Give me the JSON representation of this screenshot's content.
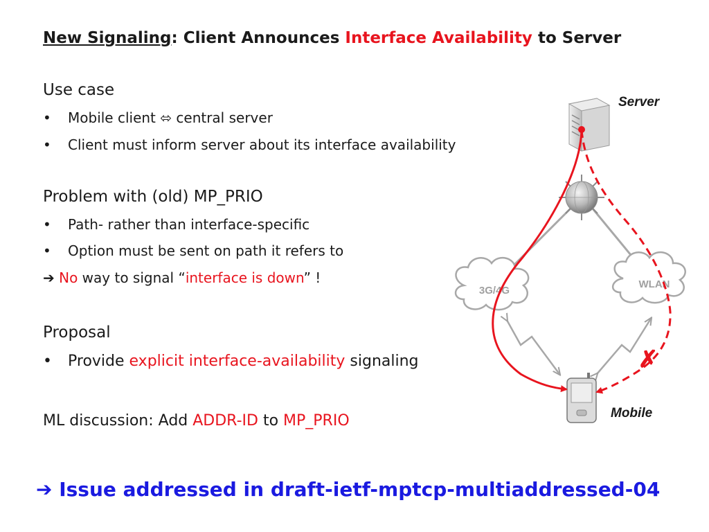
{
  "title": {
    "underlined": "New Signaling",
    "colon": ":",
    "part1": " Client Announces ",
    "highlight": "Interface Availability",
    "part2": " to Server"
  },
  "sections": {
    "use_case": {
      "heading": "Use case",
      "bullet_char": "•",
      "bullet1": {
        "a": "Mobile client ",
        "arrow": "⬄",
        "b": " central server"
      },
      "bullet2": "Client must inform server about its interface availability"
    },
    "problem": {
      "heading": "Problem with (old) MP_PRIO",
      "bullet1": "Path- rather than interface-specific",
      "bullet2": "Option must be sent on path it refers to",
      "conclusion": {
        "arrow": "➔",
        "no": "No",
        "text1": " way to signal “",
        "highlight": "interface is down",
        "text2": "” !"
      }
    },
    "proposal": {
      "heading": "Proposal",
      "bullet1": {
        "a": "Provide ",
        "highlight": "explicit interface-availability",
        "b": " signaling"
      }
    },
    "ml": {
      "text1": "ML discussion: Add ",
      "addr": "ADDR-ID",
      "text2": " to ",
      "prio": "MP_PRIO"
    }
  },
  "footer": {
    "arrow": "➔",
    "text": "Issue addressed in draft-ietf-mptcp-multiaddressed-04"
  },
  "diagram": {
    "server_label": "Server",
    "mobile_label": "Mobile",
    "cloud_left": "3G/4G",
    "cloud_right": "WLAN",
    "fail_mark": "✗"
  },
  "colors": {
    "accent_red": "#e8141e",
    "link_blue": "#1a1ae0",
    "text": "#1a1a1a",
    "diagram_gray": "#a0a0a0"
  }
}
